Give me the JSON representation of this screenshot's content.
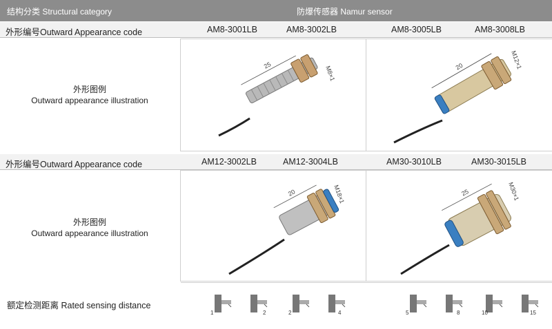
{
  "header": {
    "left": "结构分类 Structural category",
    "right": "防爆传感器 Namur sensor"
  },
  "rows": [
    {
      "band_label": "外形编号Outward Appearance code",
      "codes": [
        "AM8-3001LB",
        "AM8-3002LB",
        "AM8-3005LB",
        "AM8-3008LB"
      ],
      "illus_cn": "外形图例",
      "illus_en": "Outward appearance illustration",
      "sensors": [
        {
          "len": "25",
          "thread": "M8×1"
        },
        {
          "len": "20",
          "thread": "M12×1"
        }
      ]
    },
    {
      "band_label": "外形编号Outward Appearance code",
      "codes": [
        "AM12-3002LB",
        "AM12-3004LB",
        "AM30-3010LB",
        "AM30-3015LB"
      ],
      "illus_cn": "外形图例",
      "illus_en": "Outward appearance illustration",
      "sensors": [
        {
          "len": "20",
          "thread": "M18×1"
        },
        {
          "len": "25",
          "thread": "M30×1"
        }
      ]
    }
  ],
  "rated": {
    "label": "额定检测距离 Rated sensing distance",
    "distances": [
      "1",
      "2",
      "2",
      "4",
      "5",
      "8",
      "10",
      "15"
    ]
  }
}
